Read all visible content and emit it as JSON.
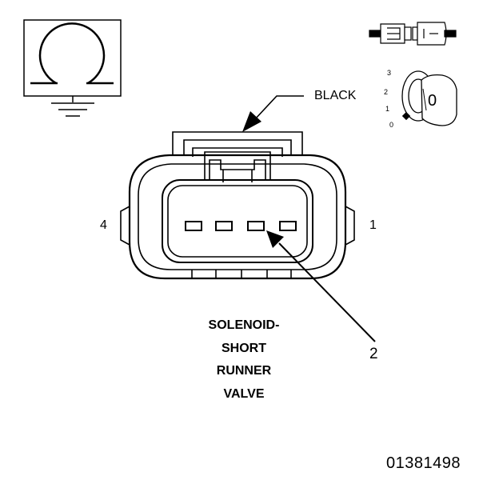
{
  "diagram": {
    "wire_color": "BLACK",
    "pin_left": "4",
    "pin_right": "1",
    "callout": "2",
    "key_positions": [
      "3",
      "2",
      "1",
      "0"
    ],
    "key_glyph": "0",
    "component_lines": [
      "SOLENOID-",
      "SHORT",
      "RUNNER",
      "VALVE"
    ],
    "figure_id": "01381498"
  },
  "icons": {
    "ohmmeter": "ohmmeter-ground-icon",
    "connector_side": "connector-side-view-icon",
    "ignition_key": "ignition-key-icon",
    "connector_face": "connector-face-view"
  },
  "colors": {
    "ink": "#000000",
    "paper": "#ffffff"
  }
}
